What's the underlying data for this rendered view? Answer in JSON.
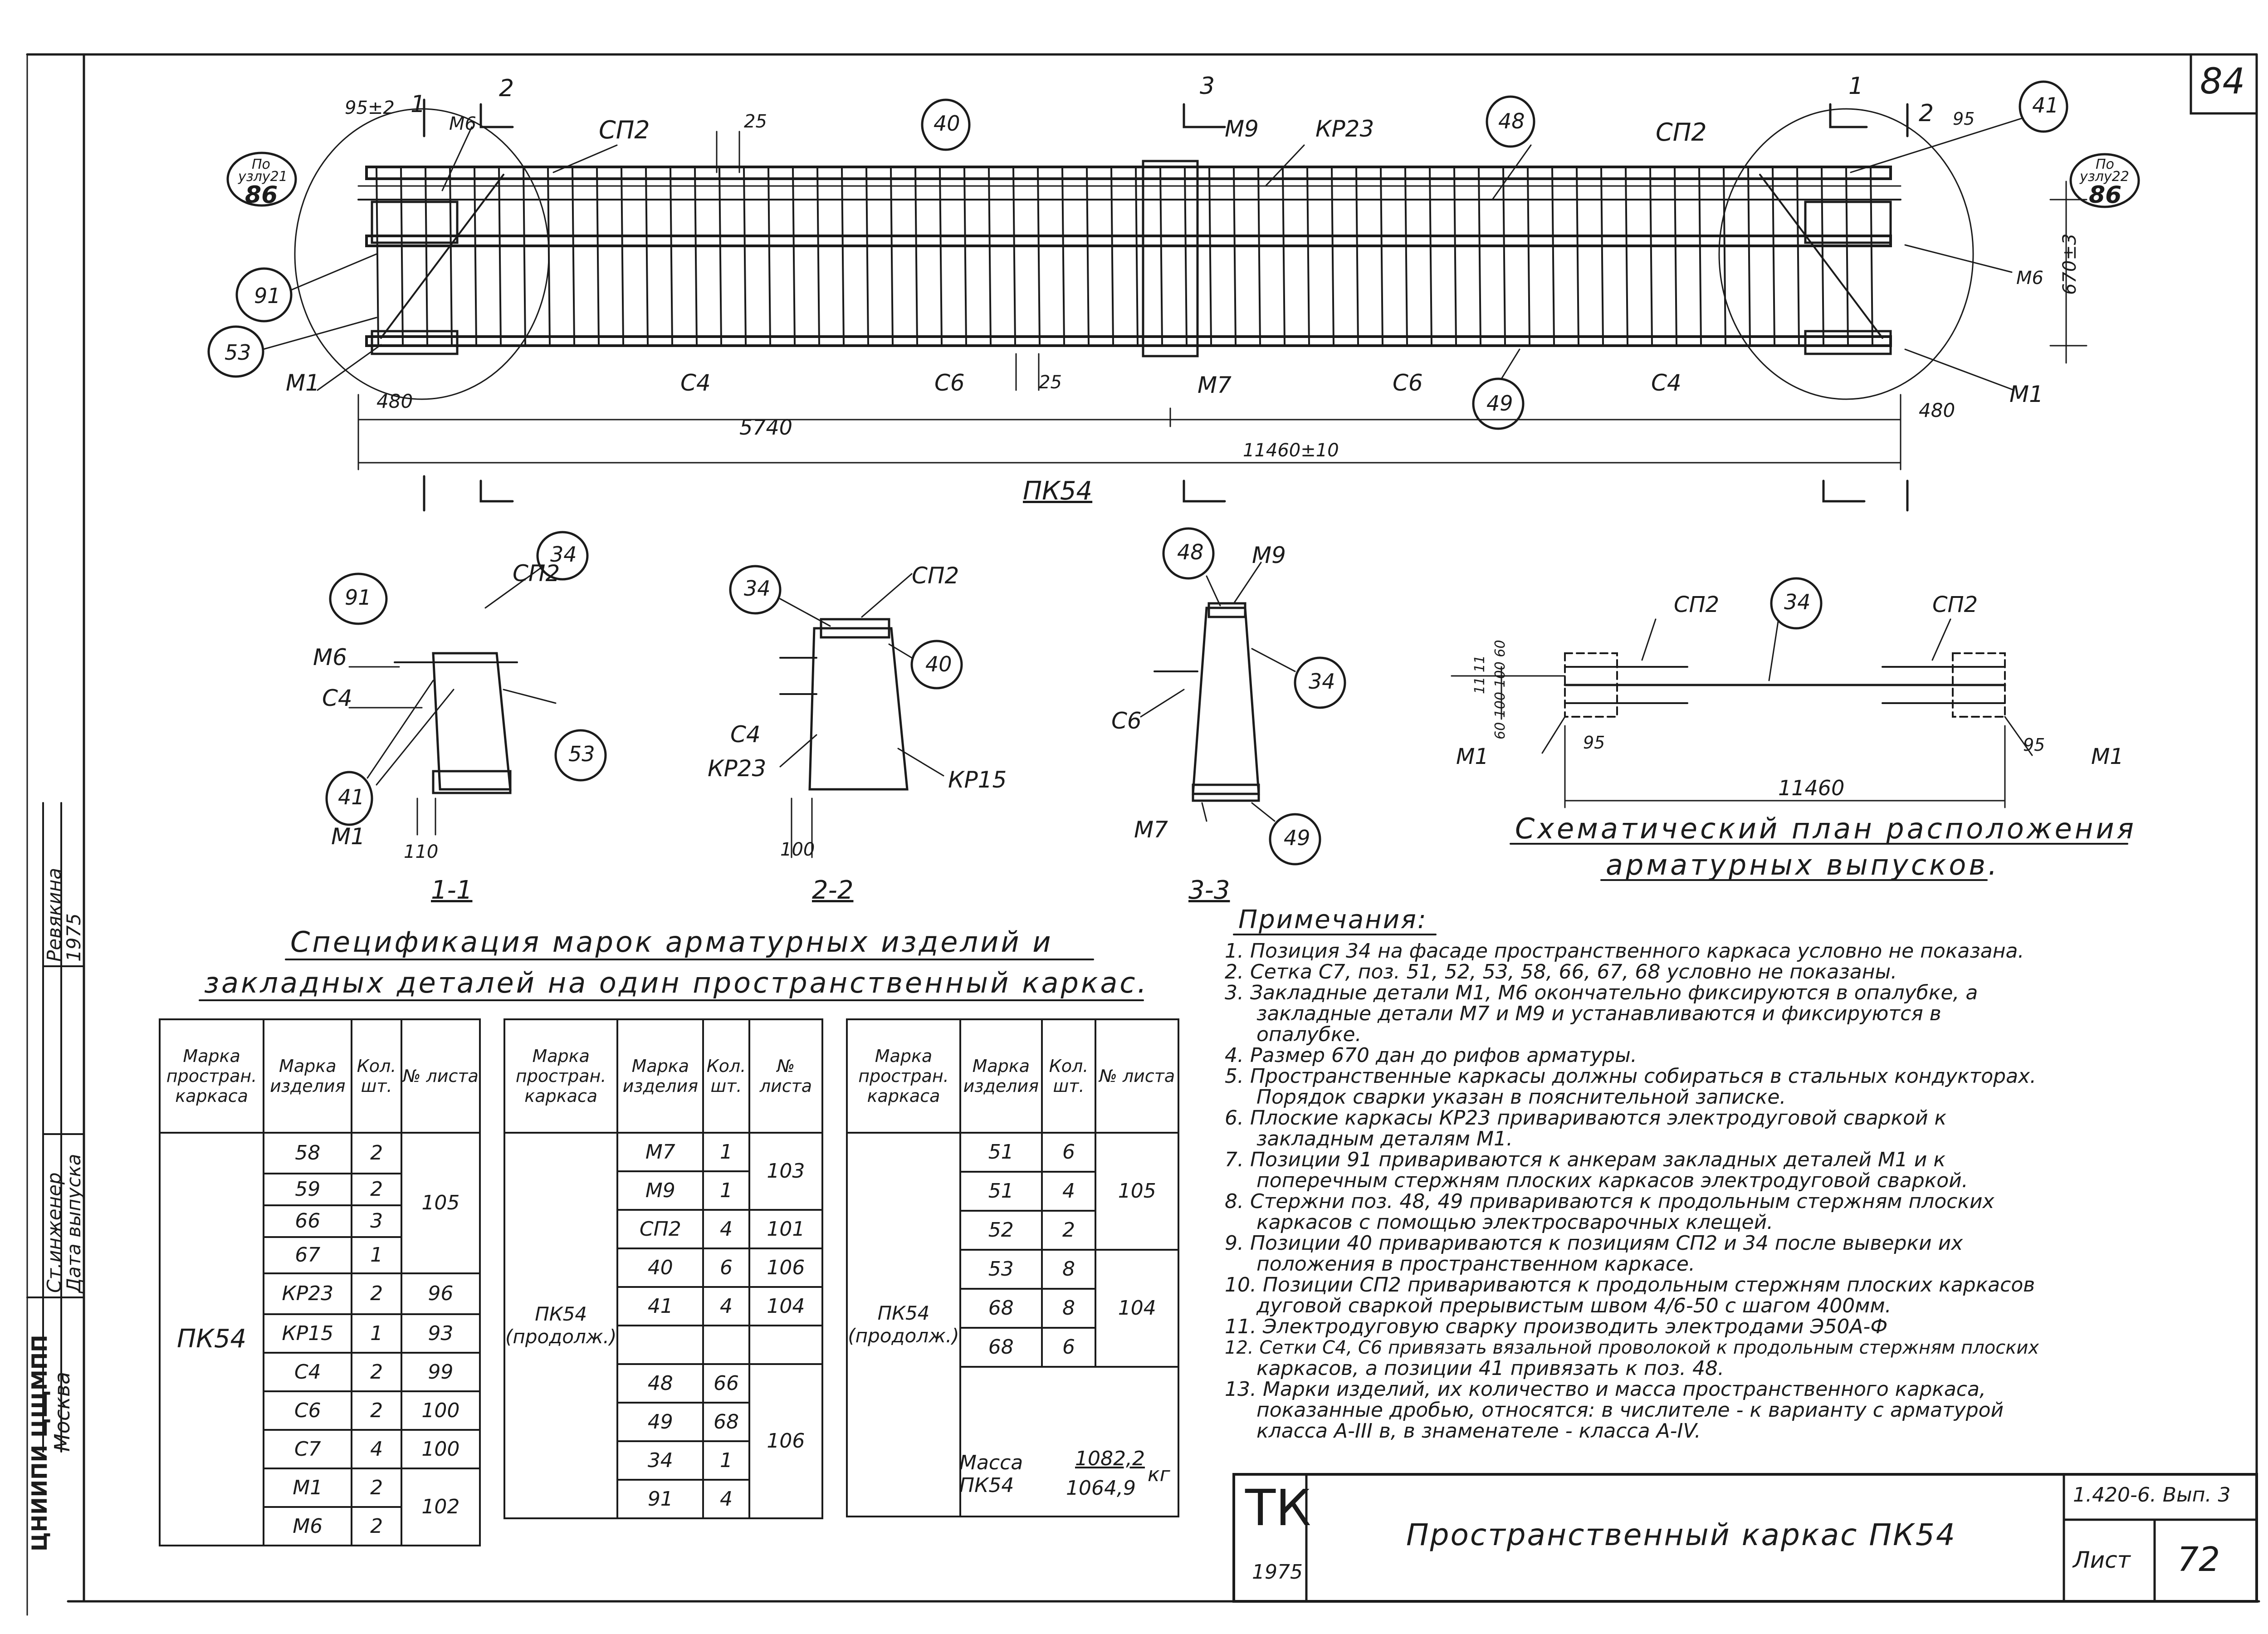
{
  "sheet_top_number": "84",
  "plan": {
    "labels_top": [
      "95±2",
      "М6",
      "СП2",
      "25",
      "40",
      "М9",
      "КР23",
      "48",
      "СП2",
      "95",
      "41"
    ],
    "labels_bottom": [
      "480",
      "С4",
      "С6",
      "25",
      "М7",
      "С6",
      "49",
      "С4",
      "480"
    ],
    "left_node_ref": {
      "line1": "По",
      "line2": "узлу21",
      "num": "86"
    },
    "right_node_ref": {
      "line1": "По",
      "line2": "узлу22",
      "num": "86"
    },
    "left_callouts": [
      "91",
      "53",
      "М1"
    ],
    "right_callouts": [
      "М6",
      "М1"
    ],
    "height_dim": "670±3",
    "dim_half": "5740",
    "dim_total": "11460±10",
    "mark": "ПК54",
    "section_marks": [
      "1",
      "2",
      "3",
      "1",
      "2"
    ]
  },
  "sections": [
    {
      "title": "1-1",
      "labels": [
        "СП2",
        "34",
        "91",
        "М6",
        "С4",
        "41",
        "53",
        "М1",
        "110"
      ]
    },
    {
      "title": "2-2",
      "labels": [
        "34",
        "СП2",
        "40",
        "С4",
        "КР23",
        "КР15",
        "100"
      ]
    },
    {
      "title": "3-3",
      "labels": [
        "48",
        "М9",
        "34",
        "С6",
        "М7",
        "49"
      ]
    }
  ],
  "scheme": {
    "labels": [
      "СП2",
      "34",
      "СП2",
      "М1",
      "95",
      "11460",
      "95",
      "М1",
      "60 100 100 60",
      "11 11"
    ],
    "caption_line1": "Схематический план расположения",
    "caption_line2": "арматурных выпусков."
  },
  "spec_title_line1": "Спецификация марок арматурных изделий и",
  "spec_title_line2": "закладных деталей на один пространственный каркас.",
  "spec_headers": [
    "Марка простран. каркаса",
    "Марка изделия",
    "Кол. шт.",
    "№ листа"
  ],
  "table1": {
    "frame": "ПК54",
    "rows": [
      {
        "item": "58",
        "qty": "2",
        "sheet": ""
      },
      {
        "item": "59",
        "qty": "2",
        "sheet": "105"
      },
      {
        "item": "66",
        "qty": "3",
        "sheet": ""
      },
      {
        "item": "67",
        "qty": "1",
        "sheet": ""
      },
      {
        "item": "КР23",
        "qty": "2",
        "sheet": "96"
      },
      {
        "item": "КР15",
        "qty": "1",
        "sheet": "93"
      },
      {
        "item": "С4",
        "qty": "2",
        "sheet": "99"
      },
      {
        "item": "С6",
        "qty": "2",
        "sheet": "100"
      },
      {
        "item": "С7",
        "qty": "4",
        "sheet": "100"
      },
      {
        "item": "М1",
        "qty": "2",
        "sheet": "102"
      },
      {
        "item": "М6",
        "qty": "2",
        "sheet": ""
      }
    ]
  },
  "table2": {
    "frame": "ПК54 (продолж.)",
    "rows": [
      {
        "item": "М7",
        "qty": "1",
        "sheet": "103"
      },
      {
        "item": "М9",
        "qty": "1",
        "sheet": ""
      },
      {
        "item": "СП2",
        "qty": "4",
        "sheet": "101"
      },
      {
        "item": "40",
        "qty": "6",
        "sheet": "106"
      },
      {
        "item": "41",
        "qty": "4",
        "sheet": "104"
      },
      {
        "item": "",
        "qty": "",
        "sheet": ""
      },
      {
        "item": "48",
        "qty": "66",
        "sheet": ""
      },
      {
        "item": "49",
        "qty": "68",
        "sheet": "106"
      },
      {
        "item": "34",
        "qty": "1",
        "sheet": ""
      },
      {
        "item": "91",
        "qty": "4",
        "sheet": ""
      }
    ]
  },
  "table3": {
    "frame": "ПК54 (продолж.)",
    "rows": [
      {
        "item": "51",
        "qty": "6",
        "sheet": "105"
      },
      {
        "item": "51",
        "qty": "4",
        "sheet": ""
      },
      {
        "item": "52",
        "qty": "2",
        "sheet": ""
      },
      {
        "item": "53",
        "qty": "8",
        "sheet": "104"
      },
      {
        "item": "68",
        "qty": "8",
        "sheet": ""
      },
      {
        "item": "68",
        "qty": "6",
        "sheet": ""
      }
    ],
    "mass_label": "Масса ПК54",
    "mass_num": "1082,2",
    "mass_den": "1064,9",
    "mass_unit": "кг"
  },
  "notes_title": "Примечания:",
  "notes": [
    "1. Позиция 34 на фасаде пространственного каркаса условно не показана.",
    "2. Сетка С7, поз. 51, 52, 53, 58, 66, 67, 68 условно не показаны.",
    "3. Закладные детали М1, М6 окончательно фиксируются в опалубке, а",
    "закладные детали М7 и М9 и устанавливаются и фиксируются в",
    "опалубке.",
    "4. Размер 670 дан до рифов арматуры.",
    "5. Пространственные каркасы должны собираться в стальных кондукторах.",
    "Порядок сварки указан в пояснительной записке.",
    "6. Плоские каркасы КР23 привариваются электродуговой сваркой к",
    "закладным деталям М1.",
    "7. Позиции 91 привариваются к анкерам закладных деталей М1 и к",
    "поперечным стержням плоских каркасов электродуговой сваркой.",
    "8. Стержни поз. 48, 49 привариваются к продольным стержням плоских",
    "каркасов с помощью электросварочных клещей.",
    "9. Позиции 40 привариваются к позициям СП2 и 34 после выверки их",
    "положения в пространственном каркасе.",
    "10. Позиции СП2 привариваются к продольным стержням плоских каркасов",
    "дуговой сваркой прерывистым швом 4/6-50 с шагом 400мм.",
    "11. Электродуговую сварку производить электродами Э50А-Ф",
    "12. Сетки С4, С6 привязать вязальной проволокой к продольным стержням плоских",
    "каркасов, а позиции 41 привязать к поз. 48.",
    "13. Марки изделий, их количество и масса пространственного каркаса,",
    "показанные дробью, относятся: в числителе - к варианту с арматурой",
    "класса А-III в, в знаменателе - класса А-IV."
  ],
  "stamp": {
    "org": "ТК",
    "year": "1975",
    "title": "Пространственный каркас ПК54",
    "code": "1.420-6. Вып. 3",
    "sheet_label": "Лист",
    "sheet_num": "72"
  },
  "side_block": {
    "role1": "Ст.инженер",
    "name1": "Ревякина",
    "role2": "Дата выпуска",
    "year": "1975",
    "org": "ЦНИИПИ ЦЩМПП",
    "city": "Москва"
  }
}
